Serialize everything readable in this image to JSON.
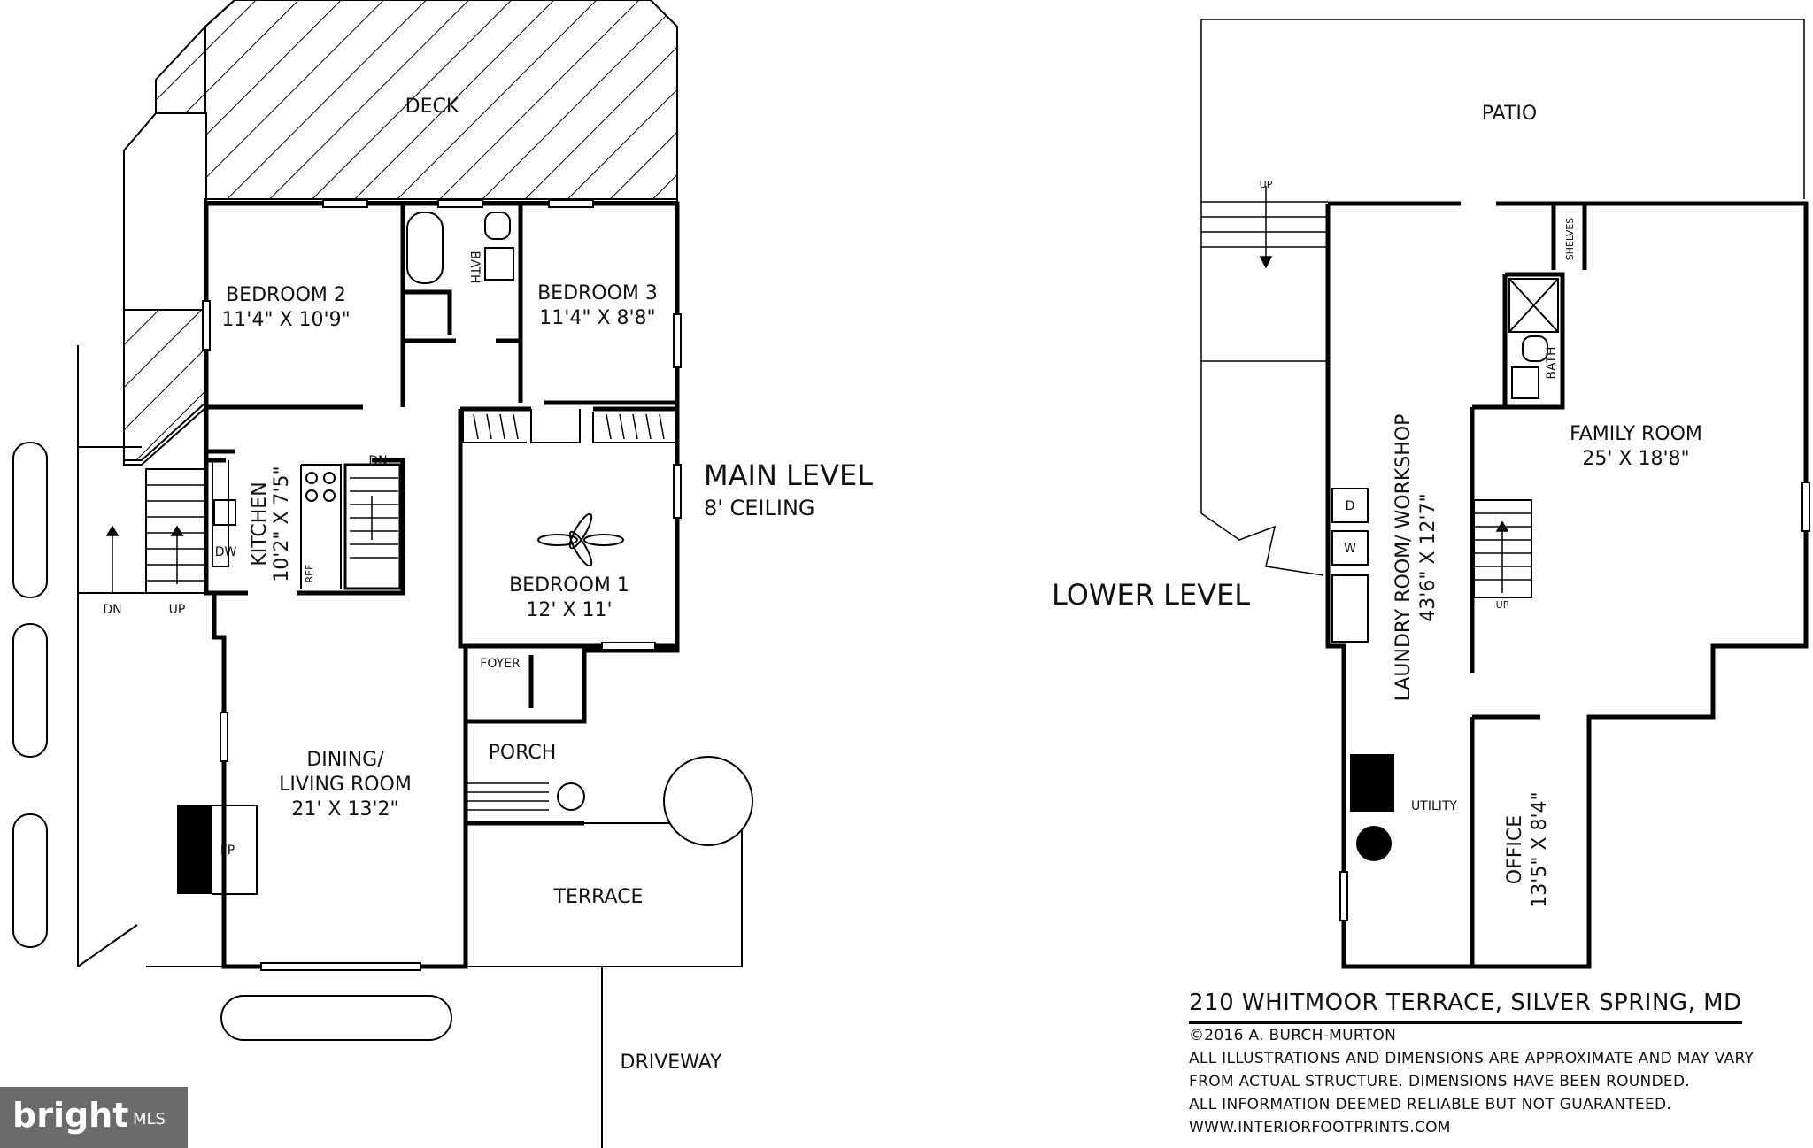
{
  "main_level": {
    "title": "MAIN LEVEL",
    "ceiling": "8' CEILING",
    "deck": "DECK",
    "bedroom2_name": "BEDROOM 2",
    "bedroom2_dim": "11'4\" X 10'9\"",
    "bedroom3_name": "BEDROOM 3",
    "bedroom3_dim": "11'4\" X 8'8\"",
    "bath": "BATH",
    "kitchen_name": "KITCHEN",
    "kitchen_dim": "10'2\" X 7'5\"",
    "bedroom1_name": "BEDROOM 1",
    "bedroom1_dim": "12' X 11'",
    "foyer": "FOYER",
    "porch": "PORCH",
    "dining_line1": "DINING/",
    "dining_line2": "LIVING ROOM",
    "dining_dim": "21' X 13'2\"",
    "fp": "FP",
    "terrace": "TERRACE",
    "driveway": "DRIVEWAY",
    "dn": "DN",
    "up": "UP",
    "dw": "DW",
    "ref": "REF"
  },
  "lower_level": {
    "title": "LOWER LEVEL",
    "patio": "PATIO",
    "up": "UP",
    "shelves": "SHELVES",
    "bath": "BATH",
    "family_name": "FAMILY ROOM",
    "family_dim": "25' X 18'8\"",
    "laundry_name": "LAUNDRY ROOM/ WORKSHOP",
    "laundry_dim": "43'6\" X 12'7\"",
    "d": "D",
    "w": "W",
    "utility": "UTILITY",
    "office_name": "OFFICE",
    "office_dim": "13'5\" X 8'4\""
  },
  "footer": {
    "address": "210 WHITMOOR TERRACE, SILVER SPRING, MD",
    "copyright": "©2016 A. BURCH-MURTON",
    "disclaimer1": "ALL ILLUSTRATIONS AND DIMENSIONS ARE APPROXIMATE AND MAY VARY",
    "disclaimer2": "FROM ACTUAL STRUCTURE. DIMENSIONS HAVE BEEN ROUNDED.",
    "disclaimer3": "ALL INFORMATION DEEMED RELIABLE BUT NOT GUARANTEED.",
    "website": "WWW.INTERIORFOOTPRINTS.COM"
  },
  "watermark": {
    "brand": "bright",
    "suffix": "MLS"
  }
}
